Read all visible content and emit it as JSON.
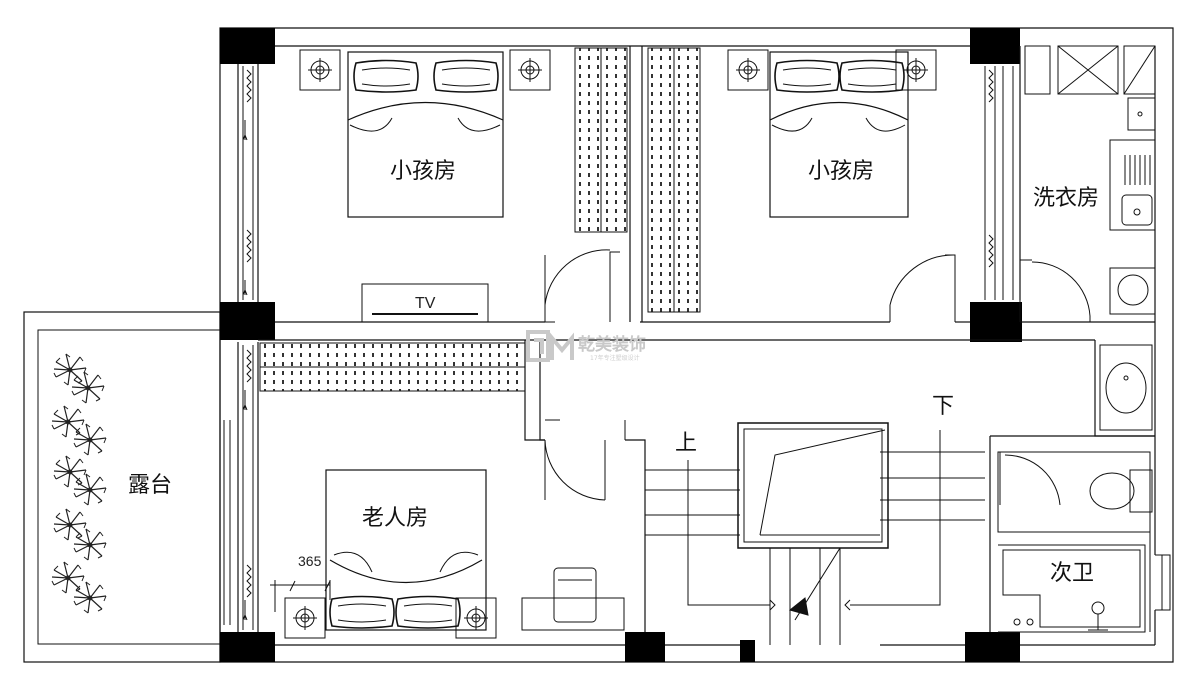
{
  "rooms": {
    "child_room_left": "小孩房",
    "child_room_right": "小孩房",
    "laundry_room": "洗衣房",
    "elder_room": "老人房",
    "terrace": "露台",
    "second_bathroom": "次卫"
  },
  "labels": {
    "tv": "TV",
    "stairs_up": "上",
    "stairs_down": "下",
    "dimension": "365"
  },
  "watermark": {
    "brand": "乾美装饰",
    "tagline": "17年专注墅级设计"
  },
  "colors": {
    "line": "#111111",
    "wall_fill": "#000000",
    "plant": "#222222",
    "watermark": "#c9c9c9"
  }
}
